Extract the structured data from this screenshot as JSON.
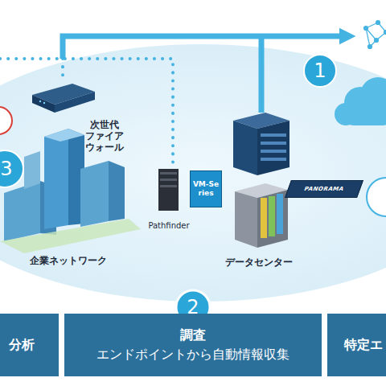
{
  "diagram": {
    "nodes": [
      {
        "text": [
          "VM-Series"
        ]
      },
      {
        "text": [
          "PANORAMA"
        ]
      },
      {
        "text": [
          "分析"
        ]
      },
      {
        "text": [
          "調査",
          "エンドポイントから自動情報収集"
        ]
      },
      {
        "text": [
          "特定エ"
        ]
      }
    ],
    "labels": [
      "1",
      "3",
      "次世代 ファイア ウォール",
      "Pathfinder",
      "企業ネットワーク",
      "データセンター",
      "2"
    ]
  }
}
